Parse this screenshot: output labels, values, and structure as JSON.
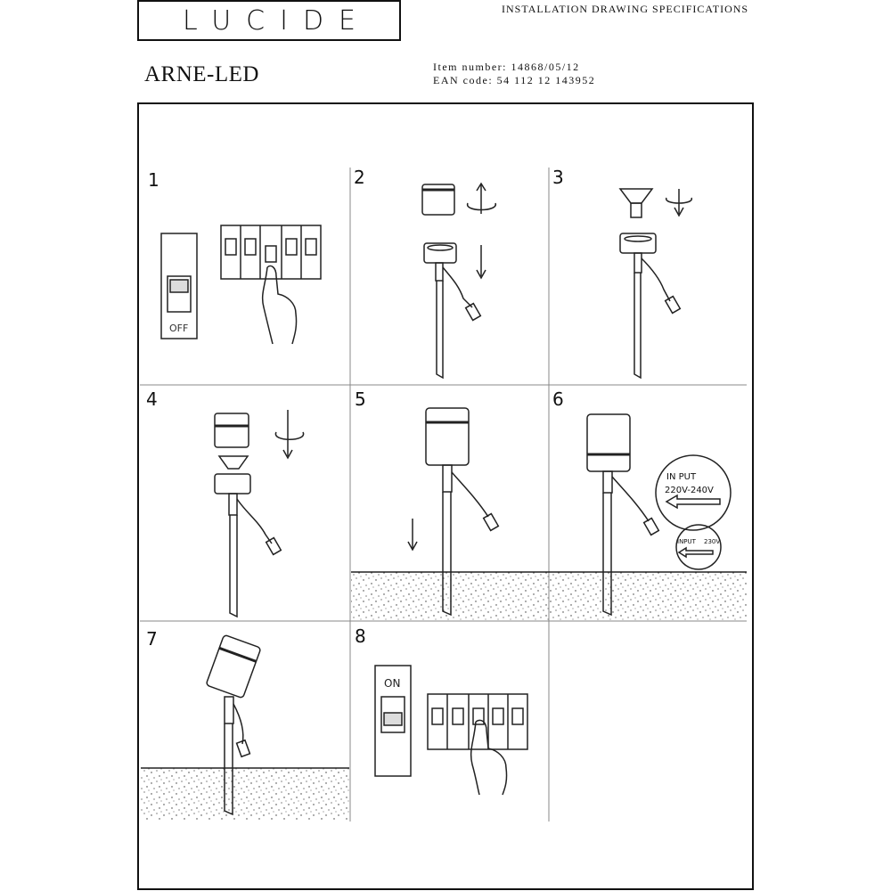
{
  "header": {
    "brand": "LUCIDE",
    "document_title": "INSTALLATION DRAWING SPECIFICATIONS",
    "product_name": "ARNE-LED",
    "item_number": "Item number: 14868/05/12",
    "ean_code": "EAN code: 54 112 12 143952"
  },
  "steps": [
    {
      "number": "1"
    },
    {
      "number": "2"
    },
    {
      "number": "3"
    },
    {
      "number": "4"
    },
    {
      "number": "5"
    },
    {
      "number": "6"
    },
    {
      "number": "7"
    },
    {
      "number": "8"
    }
  ],
  "labels": {
    "switch_off": "OFF",
    "switch_on": "ON",
    "input_big_line1": "IN PUT",
    "input_big_line2": "220V-240V",
    "input_small": "INPUT",
    "input_small_voltage": "230V"
  }
}
